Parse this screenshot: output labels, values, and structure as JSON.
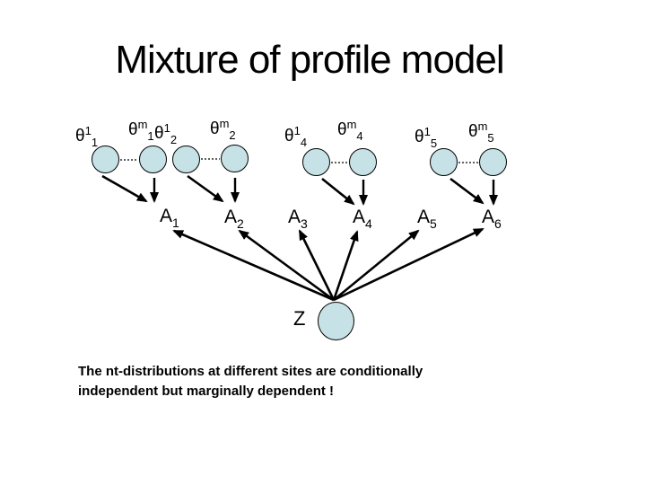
{
  "slide": {
    "title": "Mixture of profile model",
    "caption_line1": "The nt-distributions at different sites are conditionally",
    "caption_line2": "independent but marginally dependent !"
  },
  "diagram": {
    "node_fill": "#c7e2e6",
    "node_border": "#000000",
    "theta_labels": [
      {
        "base": "θ",
        "sup": "1",
        "sub": "1"
      },
      {
        "base": "θ",
        "sup": "m",
        "sub": "1"
      },
      {
        "base": "θ",
        "sup": "1",
        "sub": "2"
      },
      {
        "base": "θ",
        "sup": "m",
        "sub": "2"
      },
      {
        "base": "θ",
        "sup": "1",
        "sub": "4"
      },
      {
        "base": "θ",
        "sup": "m",
        "sub": "4"
      },
      {
        "base": "θ",
        "sup": "1",
        "sub": "5"
      },
      {
        "base": "θ",
        "sup": "m",
        "sub": "5"
      }
    ],
    "a_labels": [
      {
        "base": "A",
        "sub": "1"
      },
      {
        "base": "A",
        "sub": "2"
      },
      {
        "base": "A",
        "sub": "3"
      },
      {
        "base": "A",
        "sub": "4"
      },
      {
        "base": "A",
        "sub": "5"
      },
      {
        "base": "A",
        "sub": "6"
      }
    ],
    "z_label": "Z",
    "edges": {
      "dotted_pairs": [
        {
          "from": "θ1_1",
          "to": "θm_1"
        },
        {
          "from": "θ1_2",
          "to": "θm_2"
        },
        {
          "from": "θ1_4",
          "to": "θm_4"
        },
        {
          "from": "θ1_5",
          "to": "θm_5"
        }
      ],
      "theta_to_a": [
        {
          "from": "θ1_1",
          "to": "A_1"
        },
        {
          "from": "θm_1",
          "to": "A_1"
        },
        {
          "from": "θ1_2",
          "to": "A_2"
        },
        {
          "from": "θm_2",
          "to": "A_2"
        },
        {
          "from": "θ1_4",
          "to": "A_4"
        },
        {
          "from": "θm_4",
          "to": "A_4"
        },
        {
          "from": "θ1_5",
          "to": "A_6"
        },
        {
          "from": "θm_5",
          "to": "A_6"
        }
      ],
      "z_to_a": [
        {
          "from": "Z",
          "to": "A_1"
        },
        {
          "from": "Z",
          "to": "A_2"
        },
        {
          "from": "Z",
          "to": "A_3"
        },
        {
          "from": "Z",
          "to": "A_4"
        },
        {
          "from": "Z",
          "to": "A_5"
        },
        {
          "from": "Z",
          "to": "A_6"
        }
      ]
    }
  }
}
